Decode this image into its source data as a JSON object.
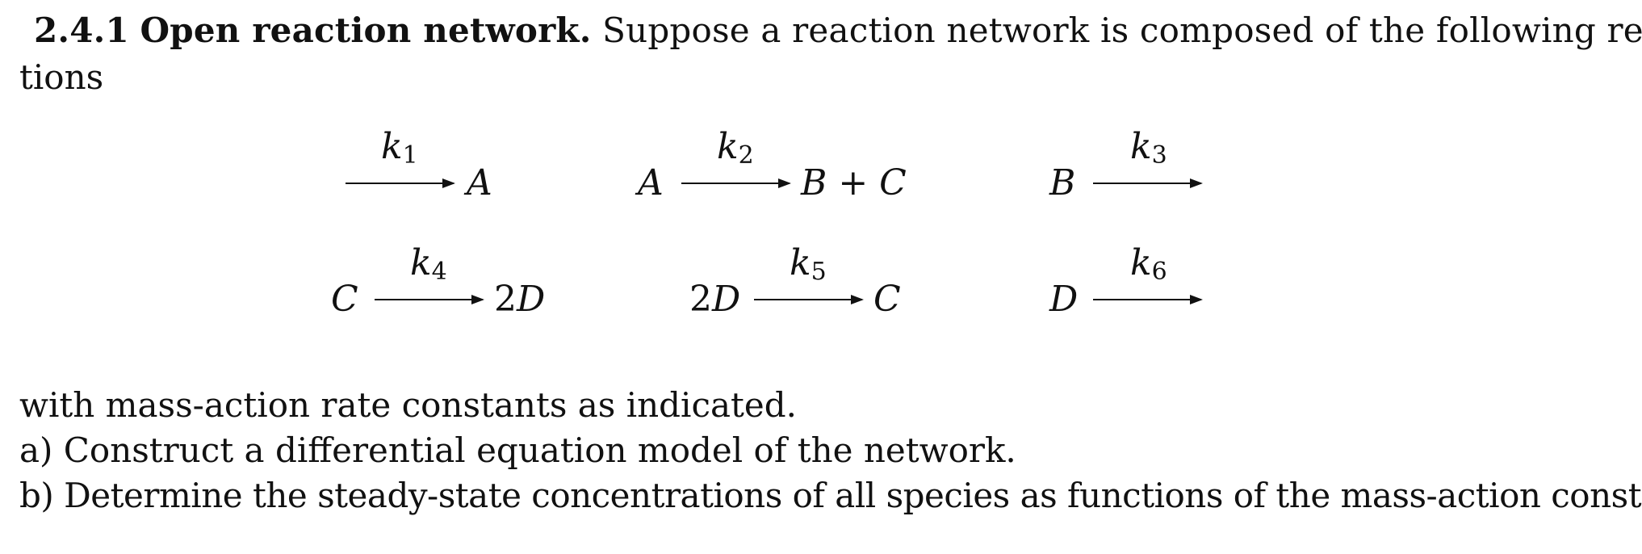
{
  "header": {
    "number": "2.4.1",
    "title": "Open reaction network.",
    "intro": "Suppose a reaction network is composed of the following reac-",
    "intro_cont": "tions"
  },
  "reactions": [
    {
      "lhs": "",
      "k": "k",
      "k_sub": "1",
      "rhs": "A"
    },
    {
      "lhs": "A",
      "k": "k",
      "k_sub": "2",
      "rhs": "B + C"
    },
    {
      "lhs": "B",
      "k": "k",
      "k_sub": "3",
      "rhs": ""
    },
    {
      "lhs": "C",
      "k": "k",
      "k_sub": "4",
      "rhs_coef": "2",
      "rhs": "D"
    },
    {
      "lhs_coef": "2",
      "lhs": "D",
      "k": "k",
      "k_sub": "5",
      "rhs": "C"
    },
    {
      "lhs": "D",
      "k": "k",
      "k_sub": "6",
      "rhs": ""
    }
  ],
  "body": {
    "line1": "with mass-action rate constants as indicated.",
    "line2": "a) Construct a differential equation model of the network.",
    "line3": "b) Determine the steady-state concentrations of all species as functions of the mass-action constants."
  }
}
